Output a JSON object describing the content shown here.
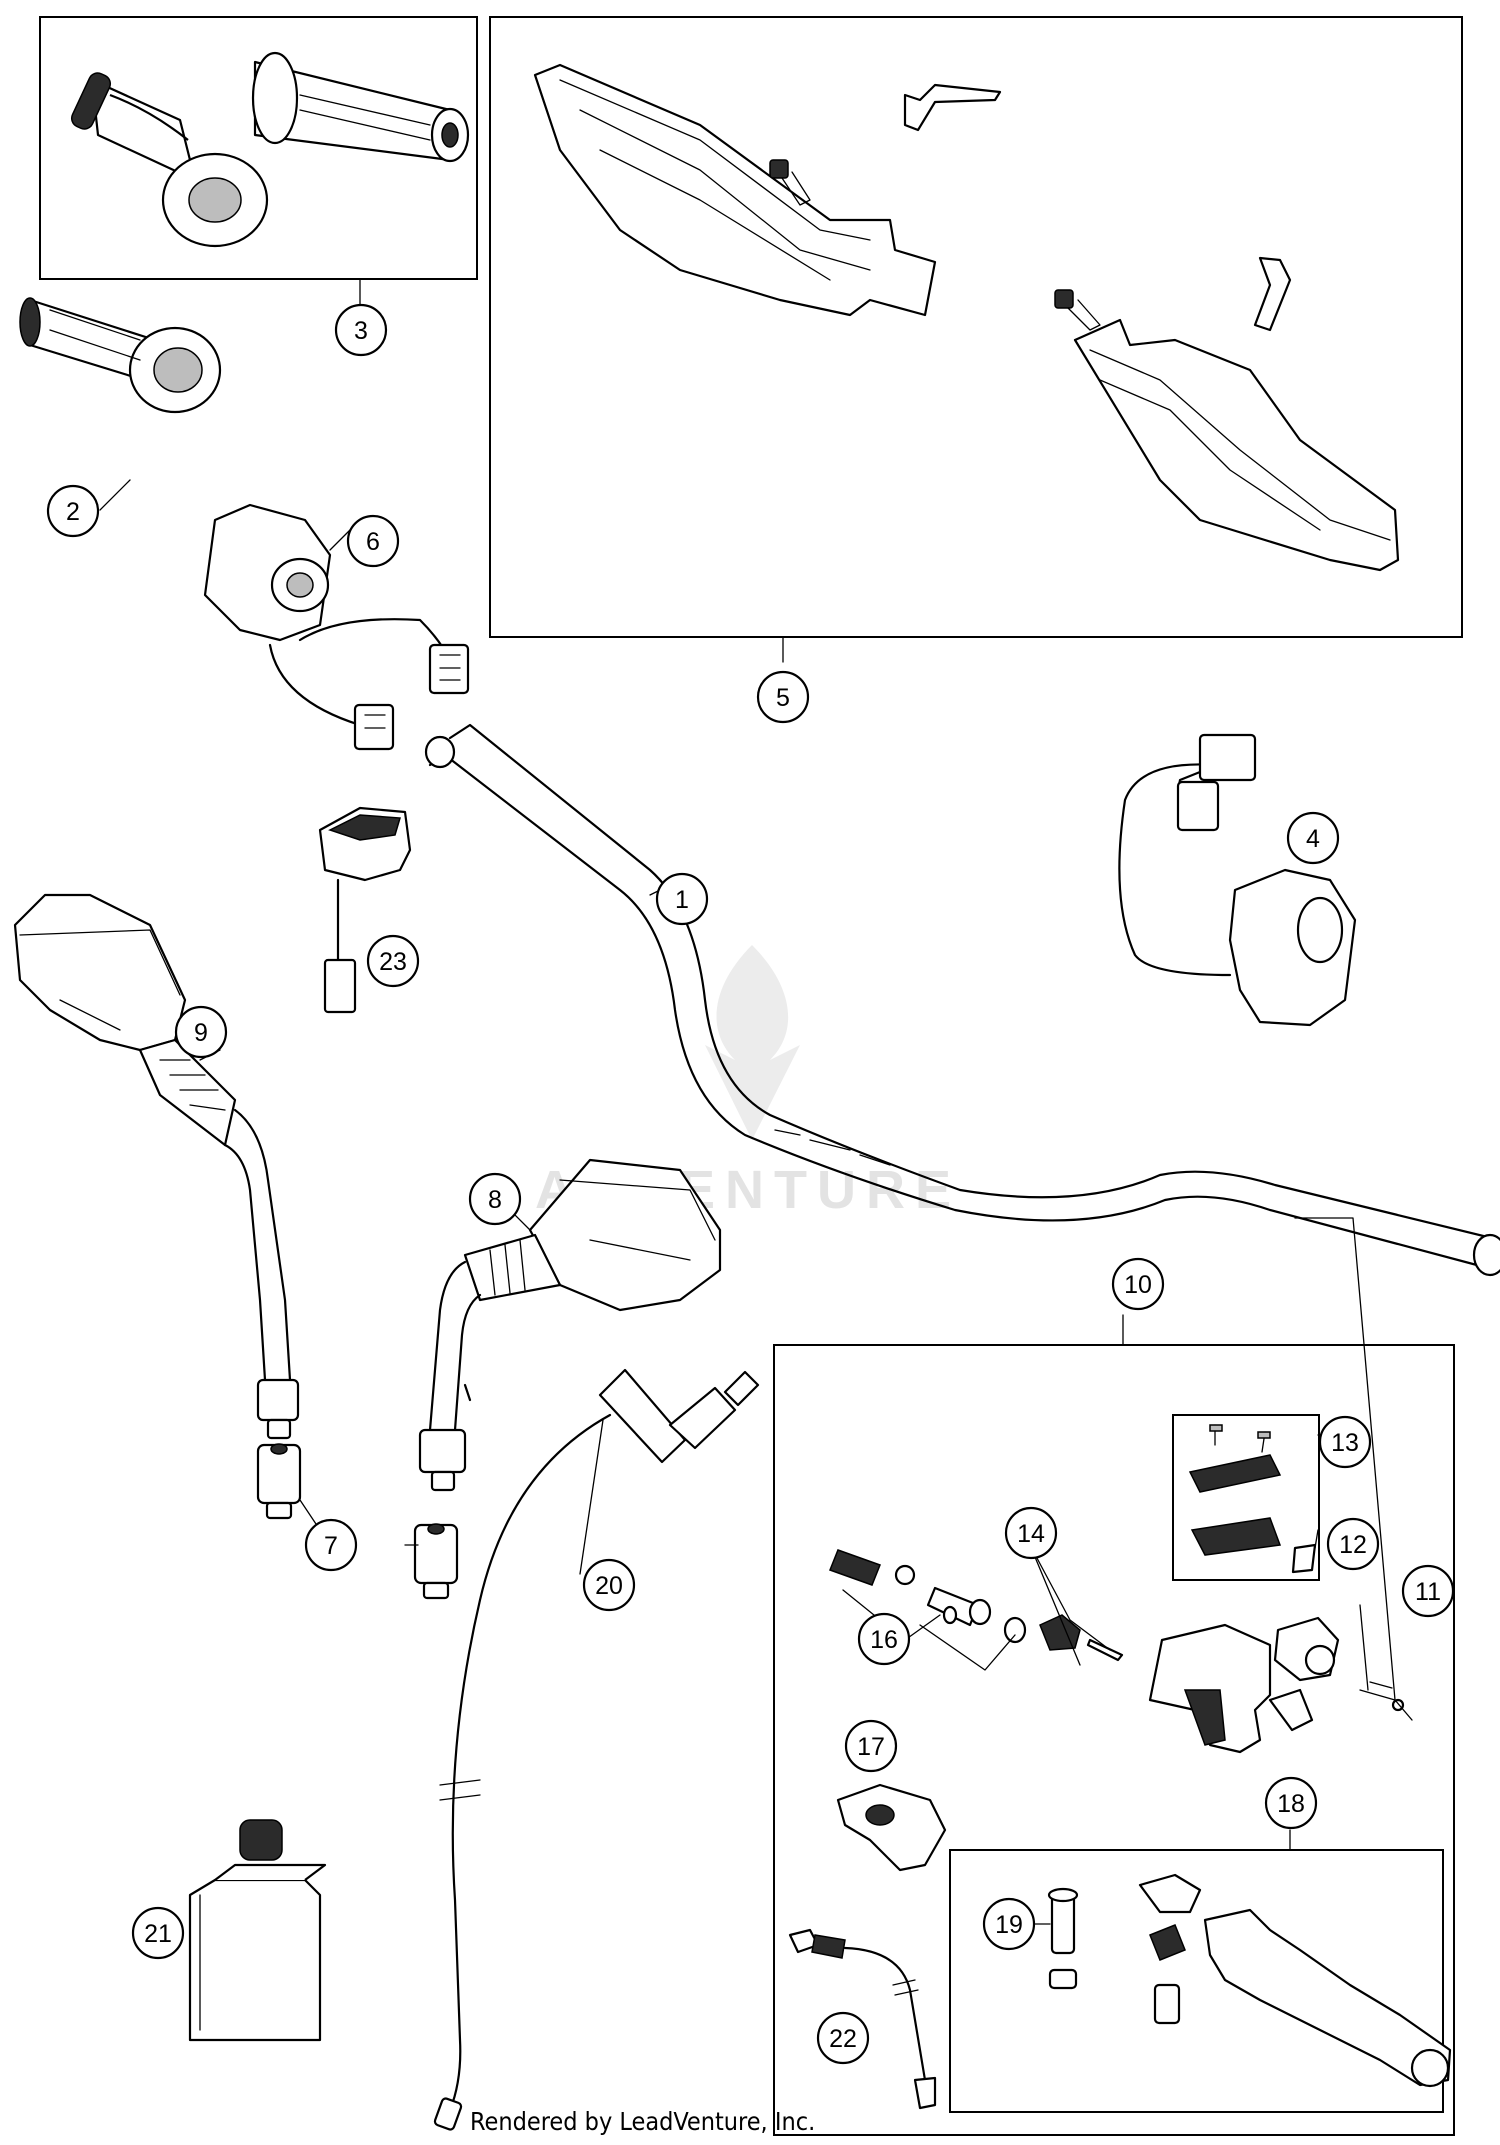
{
  "diagram": {
    "callouts": [
      "1",
      "2",
      "3",
      "4",
      "5",
      "6",
      "7",
      "8",
      "9",
      "10",
      "11",
      "12",
      "13",
      "14",
      "16",
      "17",
      "18",
      "19",
      "20",
      "21",
      "22",
      "23"
    ],
    "watermark": "ADVENTURE",
    "footer": "Rendered by LeadVenture, Inc."
  }
}
